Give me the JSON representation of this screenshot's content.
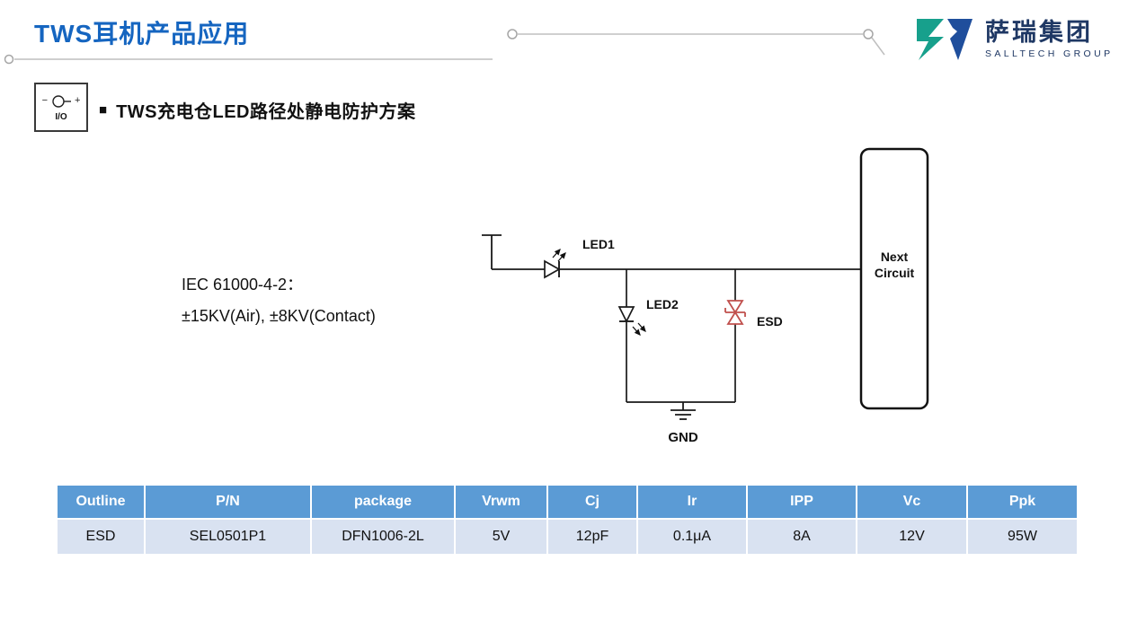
{
  "header": {
    "title": "TWS耳机产品应用",
    "logo_name": "萨瑞集团",
    "logo_subtitle": "SALLTECH GROUP"
  },
  "section": {
    "bullet": "■",
    "heading": "TWS充电仓LED路径处静电防护方案",
    "io_minus": "−",
    "io_plus": "+",
    "io_label": "I/O"
  },
  "diagram": {
    "iec_line1": "IEC 61000-4-2：",
    "iec_line2": "±15KV(Air), ±8KV(Contact)",
    "labels": {
      "led1": "LED1",
      "led2": "LED2",
      "esd": "ESD",
      "gnd": "GND",
      "next_line1": "Next",
      "next_line2": "Circuit"
    }
  },
  "table": {
    "headers": [
      "Outline",
      "P/N",
      "package",
      "Vrwm",
      "Cj",
      "Ir",
      "IPP",
      "Vc",
      "Ppk"
    ],
    "rows": [
      [
        "ESD",
        "SEL0501P1",
        "DFN1006-2L",
        "5V",
        "12pF",
        "0.1μA",
        "8A",
        "12V",
        "95W"
      ]
    ]
  },
  "colors": {
    "title_blue": "#1565C0",
    "table_header_bg": "#5B9BD5",
    "table_row_bg": "#D9E2F1",
    "esd_red": "#C0504D",
    "deco_gray": "#B3B3B3",
    "logo_teal": "#17A08C",
    "logo_blue": "#1F4E9C"
  }
}
